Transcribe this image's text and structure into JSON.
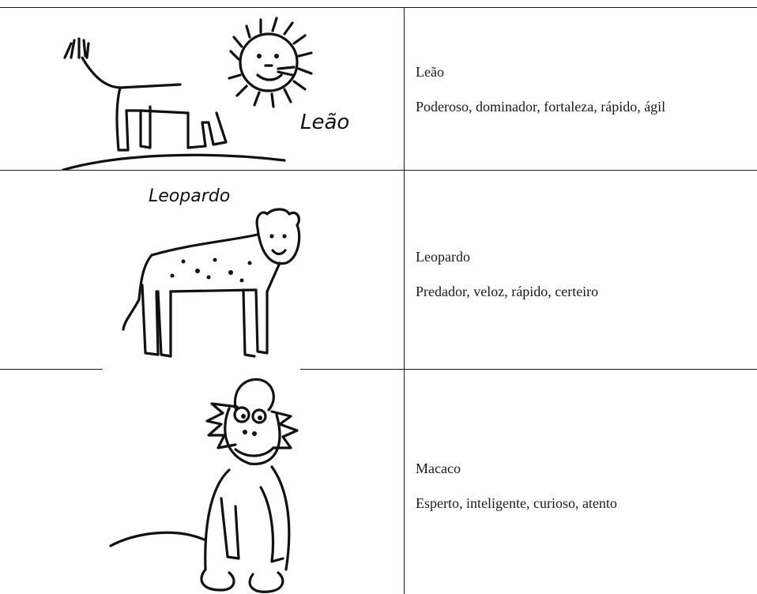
{
  "rows": [
    {
      "drawing_icon": "lion-drawing-icon",
      "drawing_caption": "Leão",
      "name": "Leão",
      "traits": "Poderoso, dominador, fortaleza, rápido, ágil"
    },
    {
      "drawing_icon": "leopard-drawing-icon",
      "drawing_caption": "Leopardo",
      "name": "Leopardo",
      "traits": "Predador, veloz, rápido, certeiro"
    },
    {
      "drawing_icon": "monkey-drawing-icon",
      "drawing_caption": "",
      "name": "Macaco",
      "traits": "Esperto, inteligente, curioso, atento"
    }
  ]
}
